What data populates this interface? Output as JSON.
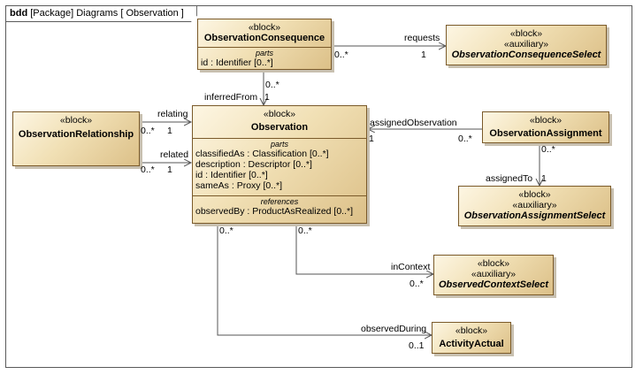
{
  "frame": {
    "kind": "bdd",
    "title": "[Package] Diagrams [ Observation ]"
  },
  "blocks": {
    "observation_consequence": {
      "stereotype": "«block»",
      "name": "ObservationConsequence",
      "parts_title": "parts",
      "parts": [
        {
          "name": "id",
          "type": " : Identifier [0..*]"
        }
      ]
    },
    "observation_consequence_select": {
      "stereotypes": [
        "«block»",
        "«auxiliary»"
      ],
      "name": "ObservationConsequenceSelect"
    },
    "observation_relationship": {
      "stereotype": "«block»",
      "name": "ObservationRelationship"
    },
    "observation": {
      "stereotype": "«block»",
      "name": "Observation",
      "parts_title": "parts",
      "parts": [
        {
          "name": "classifiedAs",
          "type": " : Classification [0..*]"
        },
        {
          "name": "description",
          "type": " : Descriptor [0..*]"
        },
        {
          "name": "id",
          "type": " : Identifier [0..*]"
        },
        {
          "name": "sameAs",
          "type": " : Proxy [0..*]"
        }
      ],
      "references_title": "references",
      "references": [
        {
          "name": "observedBy",
          "type": " : ProductAsRealized [0..*]"
        }
      ]
    },
    "observation_assignment": {
      "stereotype": "«block»",
      "name": "ObservationAssignment"
    },
    "observation_assignment_select": {
      "stereotypes": [
        "«block»",
        "«auxiliary»"
      ],
      "name": "ObservationAssignmentSelect"
    },
    "observed_context_select": {
      "stereotypes": [
        "«block»",
        "«auxiliary»"
      ],
      "name": "ObservedContextSelect"
    },
    "activity_actual": {
      "stereotype": "«block»",
      "name": "ActivityActual"
    }
  },
  "edges": {
    "requests": {
      "role": "requests",
      "source_mult": "0..*",
      "target_mult": "1"
    },
    "inferred_from": {
      "role": "inferredFrom",
      "source_mult": "0..*",
      "target_mult": "1"
    },
    "relating": {
      "role": "relating",
      "source_mult": "0..*",
      "target_mult": "1"
    },
    "related": {
      "role": "related",
      "source_mult": "0..*",
      "target_mult": "1"
    },
    "assigned_observation": {
      "role": "assignedObservation",
      "source_mult": "0..*",
      "target_mult": "1"
    },
    "assigned_to": {
      "role": "assignedTo",
      "source_mult": "0..*",
      "target_mult": "1"
    },
    "in_context": {
      "role": "inContext",
      "source_mult": "0..*",
      "target_mult": "0..*"
    },
    "observed_during": {
      "role": "observedDuring",
      "source_mult": "0..*",
      "target_mult": "0..1"
    }
  }
}
